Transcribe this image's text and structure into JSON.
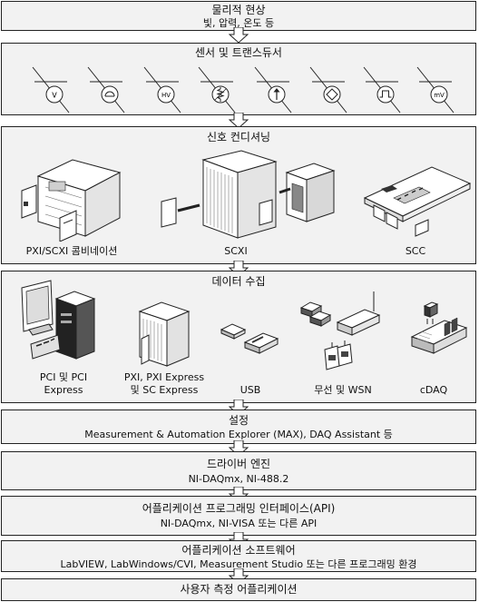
{
  "stages": {
    "physical": {
      "title": "물리적 현상",
      "subtitle": "빛, 압력, 온도 등"
    },
    "sensors": {
      "title": "센서 및 트랜스듀서",
      "icons": [
        {
          "name": "voltage-sensor-icon",
          "label": "V"
        },
        {
          "name": "current-loop-sensor-icon",
          "label": ""
        },
        {
          "name": "high-voltage-sensor-icon",
          "label": "HV"
        },
        {
          "name": "resistance-sensor-icon",
          "label": ""
        },
        {
          "name": "current-source-sensor-icon",
          "label": ""
        },
        {
          "name": "bridge-sensor-icon",
          "label": ""
        },
        {
          "name": "digital-pulse-sensor-icon",
          "label": ""
        },
        {
          "name": "millivolt-sensor-icon",
          "label": "mV"
        }
      ]
    },
    "conditioning": {
      "title": "신호 컨디셔닝",
      "items": [
        {
          "name": "pxi-scxi-combination",
          "label": "PXI/SCXI 콤비네이션"
        },
        {
          "name": "scxi",
          "label": "SCXI"
        },
        {
          "name": "scc",
          "label": "SCC"
        }
      ]
    },
    "daq": {
      "title": "데이터 수집",
      "items": [
        {
          "name": "pci-express",
          "line1": "PCI 및 PCI",
          "line2": "Express"
        },
        {
          "name": "pxi-express",
          "line1": "PXI, PXI Express",
          "line2": "및 SC Express"
        },
        {
          "name": "usb",
          "line1": "USB",
          "line2": ""
        },
        {
          "name": "wireless-wsn",
          "line1": "무선 및 WSN",
          "line2": ""
        },
        {
          "name": "cdaq",
          "line1": "cDAQ",
          "line2": ""
        }
      ]
    },
    "config": {
      "title": "설정",
      "subtitle": "Measurement & Automation Explorer (MAX), DAQ Assistant 등"
    },
    "driver": {
      "title": "드라이버 엔진",
      "subtitle": "NI-DAQmx, NI-488.2"
    },
    "api": {
      "title": "어플리케이션 프로그래밍 인터페이스(API)",
      "subtitle": "NI-DAQmx, NI-VISA 또는 다른 API"
    },
    "software": {
      "title": "어플리케이션 소프트웨어",
      "subtitle": "LabVIEW, LabWindows/CVI, Measurement Studio 또는 다른 프로그래밍 환경"
    },
    "app": {
      "title": "사용자 측정 어플리케이션"
    }
  }
}
